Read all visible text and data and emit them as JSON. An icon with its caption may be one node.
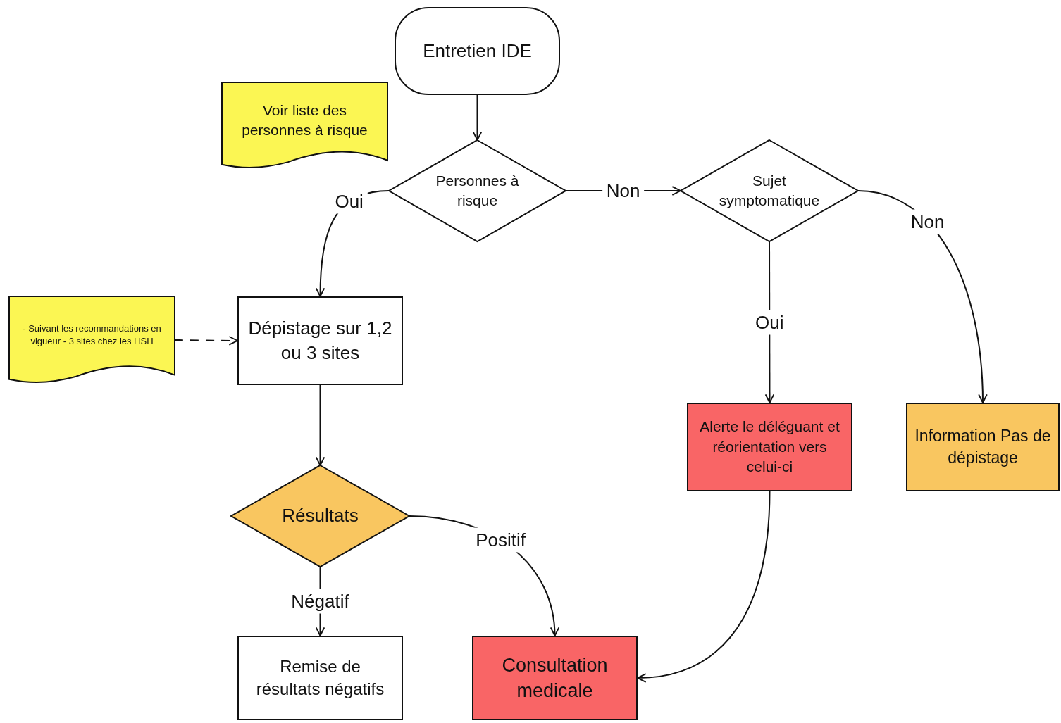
{
  "diagram": {
    "nodes": [
      {
        "text": [
          "Entretien IDE"
        ]
      },
      {
        "text": [
          "Voir liste des personnes à risque"
        ]
      },
      {
        "text": [
          "Personnes à risque"
        ]
      },
      {
        "text": [
          "Sujet symptomatique"
        ]
      },
      {
        "text": [
          "- Suivant les recommandations en vigueur - 3 sites chez les HSH"
        ]
      },
      {
        "text": [
          "Dépistage sur 1,2 ou 3 sites"
        ]
      },
      {
        "text": [
          "Alerte le déléguant et réorientation vers celui-ci"
        ]
      },
      {
        "text": [
          "Information Pas de dépistage"
        ]
      },
      {
        "text": [
          "Résultats"
        ]
      },
      {
        "text": [
          "Remise de résultats négatifs"
        ]
      },
      {
        "text": [
          "Consultation medicale"
        ]
      }
    ],
    "edges": [
      {
        "from": 0,
        "to": 2,
        "arrow": "to"
      },
      {
        "from": 2,
        "to": 5,
        "arrow": "to",
        "label": "Oui"
      },
      {
        "from": 2,
        "to": 3,
        "arrow": "to",
        "label": "Non"
      },
      {
        "from": 3,
        "to": 6,
        "arrow": "to",
        "label": "Oui"
      },
      {
        "from": 3,
        "to": 7,
        "arrow": "to",
        "label": "Non"
      },
      {
        "from": 4,
        "to": 5,
        "arrow": "to",
        "style": "dashed"
      },
      {
        "from": 5,
        "to": 8,
        "arrow": "to"
      },
      {
        "from": 8,
        "to": 9,
        "arrow": "to",
        "label": "Négatif"
      },
      {
        "from": 8,
        "to": 10,
        "arrow": "to",
        "label": "Positif"
      },
      {
        "from": 6,
        "to": 10,
        "arrow": "to"
      }
    ]
  }
}
